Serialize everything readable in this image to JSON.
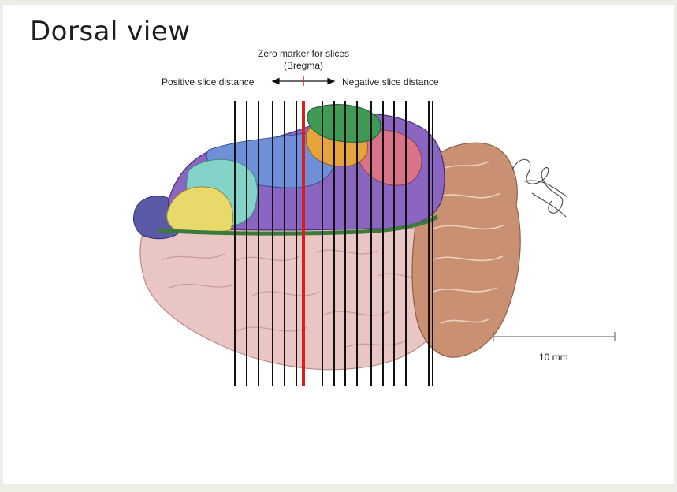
{
  "title": "Dorsal view",
  "zero_marker": {
    "line1": "Zero marker for slices",
    "line2": "(Bregma)"
  },
  "positive_label": "Positive slice distance",
  "negative_label": "Negative slice distance",
  "scale_bar": {
    "label": "10 mm",
    "length_mm": 10
  },
  "colors": {
    "slice_line": "#111111",
    "zero_line": "#d81e1e",
    "olfactory": "#5a5aa8",
    "cortex_purple": "#8a66c2",
    "cortex_blue": "#6f8fd8",
    "cortex_teal": "#7fd0c8",
    "cortex_yellow": "#e8d96a",
    "cortex_orange": "#e8a43c",
    "cortex_green": "#3f9a55",
    "cortex_pink": "#d8738a",
    "lower_brain": "#e7c3c0",
    "cerebellum": "#c98e70"
  }
}
